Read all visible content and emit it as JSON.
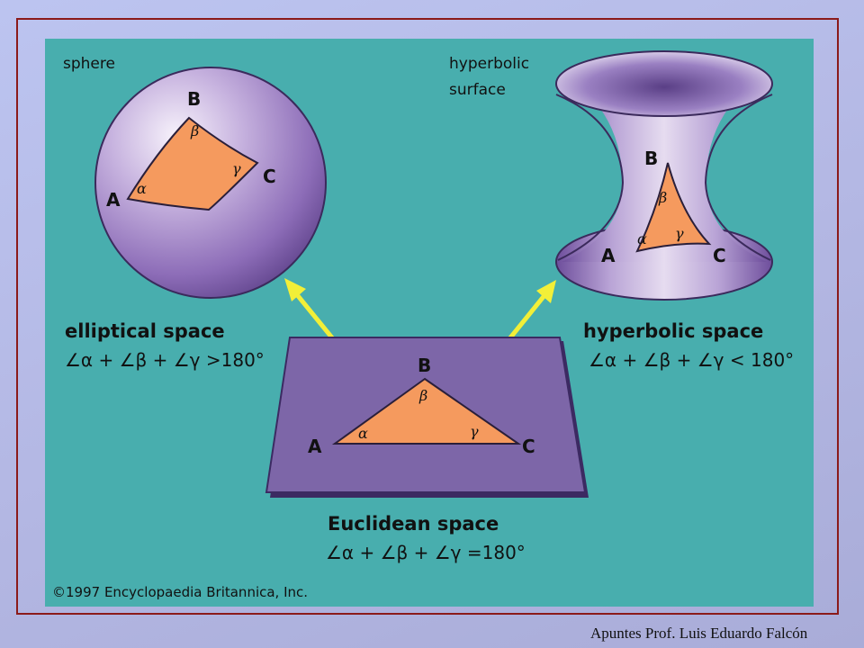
{
  "sphere": {
    "label": "sphere",
    "vertices": {
      "a": "A",
      "b": "B",
      "c": "C"
    },
    "angles": {
      "alpha": "α",
      "beta": "β",
      "gamma": "γ"
    },
    "title": "elliptical space",
    "formula": "∠α + ∠β + ∠γ >180°"
  },
  "hyperbolic": {
    "label_line1": "hyperbolic",
    "label_line2": "surface",
    "vertices": {
      "a": "A",
      "b": "B",
      "c": "C"
    },
    "angles": {
      "alpha": "α",
      "beta": "β",
      "gamma": "γ"
    },
    "title": "hyperbolic space",
    "formula": "∠α + ∠β + ∠γ < 180°"
  },
  "euclidean": {
    "vertices": {
      "a": "A",
      "b": "B",
      "c": "C"
    },
    "angles": {
      "alpha": "α",
      "beta": "β",
      "gamma": "γ"
    },
    "title": "Euclidean space",
    "formula": "∠α + ∠β + ∠γ =180°"
  },
  "credit": "©1997 Encyclopaedia Britannica, Inc.",
  "footer": "Apuntes Prof. Luis Eduardo Falcón",
  "colors": {
    "panel": "#48aeae",
    "frame": "#8b1a1a",
    "triangle": "#f59a5e",
    "plane": "#7d66a8",
    "arrow": "#f2ef38"
  }
}
